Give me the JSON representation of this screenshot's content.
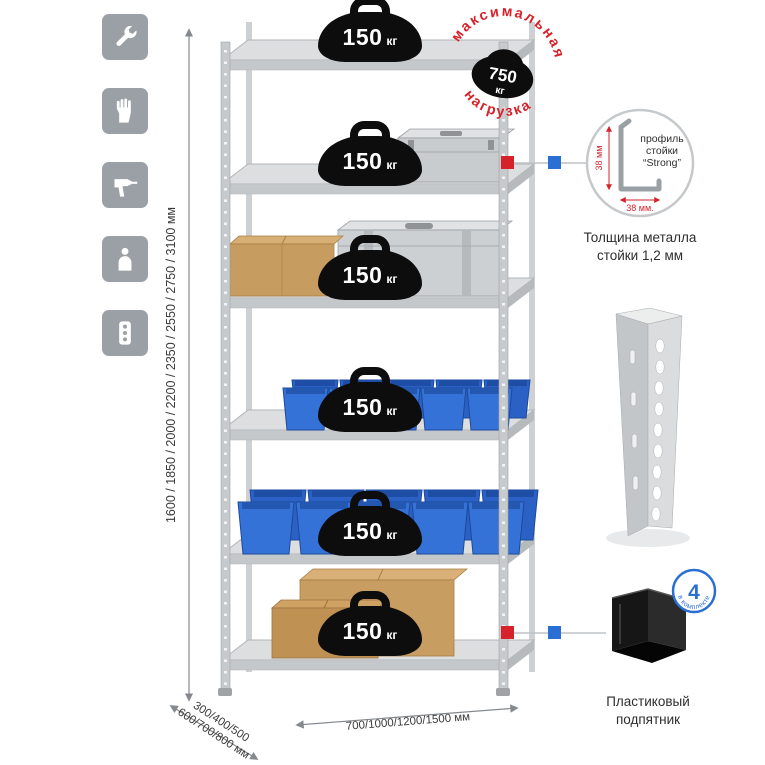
{
  "canvas": {
    "background": "#ffffff"
  },
  "palette": {
    "accent_red": "#d6232b",
    "accent_blue": "#2a6fd4",
    "icon_gray": "#9aa0a5",
    "metal_gray": "#c9ccce",
    "bin_blue": "#2f6ace",
    "cardboard": "#c89d61"
  },
  "left_toolbar": {
    "icons": [
      {
        "name": "wrench-icon"
      },
      {
        "name": "gloves-icon"
      },
      {
        "name": "drill-icon"
      },
      {
        "name": "person-icon"
      },
      {
        "name": "fasteners-icon"
      }
    ]
  },
  "weights": [
    {
      "value": "150",
      "unit": "кг"
    },
    {
      "value": "150",
      "unit": "кг"
    },
    {
      "value": "150",
      "unit": "кг"
    },
    {
      "value": "150",
      "unit": "кг"
    },
    {
      "value": "150",
      "unit": "кг"
    },
    {
      "value": "150",
      "unit": "кг"
    }
  ],
  "stamp": {
    "arc_top": "максимальная",
    "arc_bottom": "нагрузка",
    "value": "750",
    "unit": "кг"
  },
  "profile_detail": {
    "dim_vertical": "38 мм",
    "dim_horizontal": "38 мм.",
    "label_line1": "профиль",
    "label_line2": "стойки",
    "label_line3": "“Strong”",
    "caption_line1": "Толщина металла",
    "caption_line2": "стойки 1,2 мм"
  },
  "foot_detail": {
    "badge_number": "4",
    "badge_arc": "в комплекте",
    "caption_line1": "Пластиковый",
    "caption_line2": "подпятник"
  },
  "dimensions": {
    "height": "1600 / 1850 / 2000 / 2200 / 2350 / 2550 / 2750 / 3100 мм",
    "depth_line1": "300/400/500",
    "depth_line2": "600/700/800 мм",
    "width": "700/1000/1200/1500 мм"
  }
}
